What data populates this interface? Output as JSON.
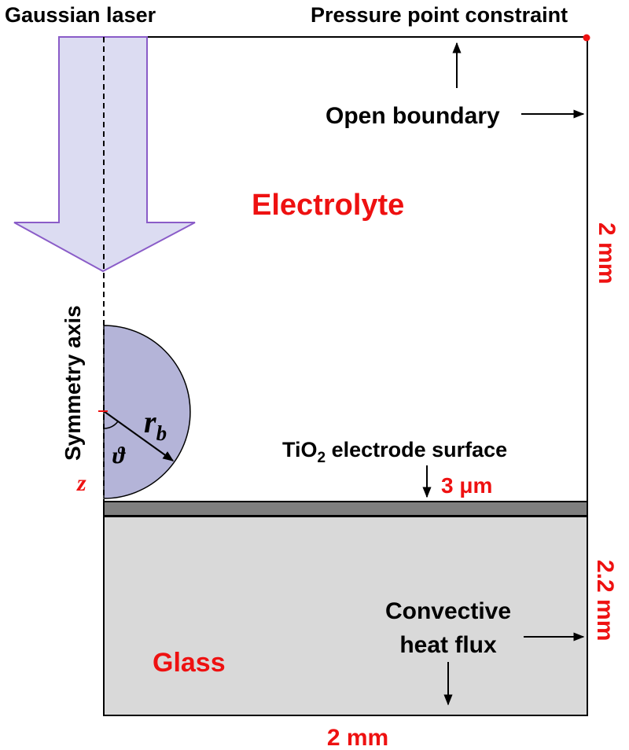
{
  "labels": {
    "gaussian_laser": "Gaussian laser",
    "pressure_point": "Pressure point constraint",
    "open_boundary": "Open boundary",
    "electrolyte": "Electrolyte",
    "height_electrolyte": "2 mm",
    "symmetry_axis": "Symmetry axis",
    "radius_symbol": "r",
    "radius_sub": "b",
    "angle_symbol": "ϑ",
    "z_symbol": "z",
    "tio2_prefix": "TiO",
    "tio2_sub": "2",
    "tio2_suffix": " electrode surface",
    "thickness": "3 μm",
    "height_glass": "2.2 mm",
    "convective_line1": "Convective",
    "convective_line2": "heat flux",
    "glass": "Glass",
    "width": "2 mm"
  },
  "colors": {
    "laser_fill": "#dcdcf2",
    "laser_stroke": "#8a5cc8",
    "bubble_fill": "#b4b4d8",
    "electrode_fill": "#7f7f7f",
    "glass_fill": "#d9d9d9",
    "red_text": "#ee1111",
    "pressure_point": "#ee1111"
  }
}
